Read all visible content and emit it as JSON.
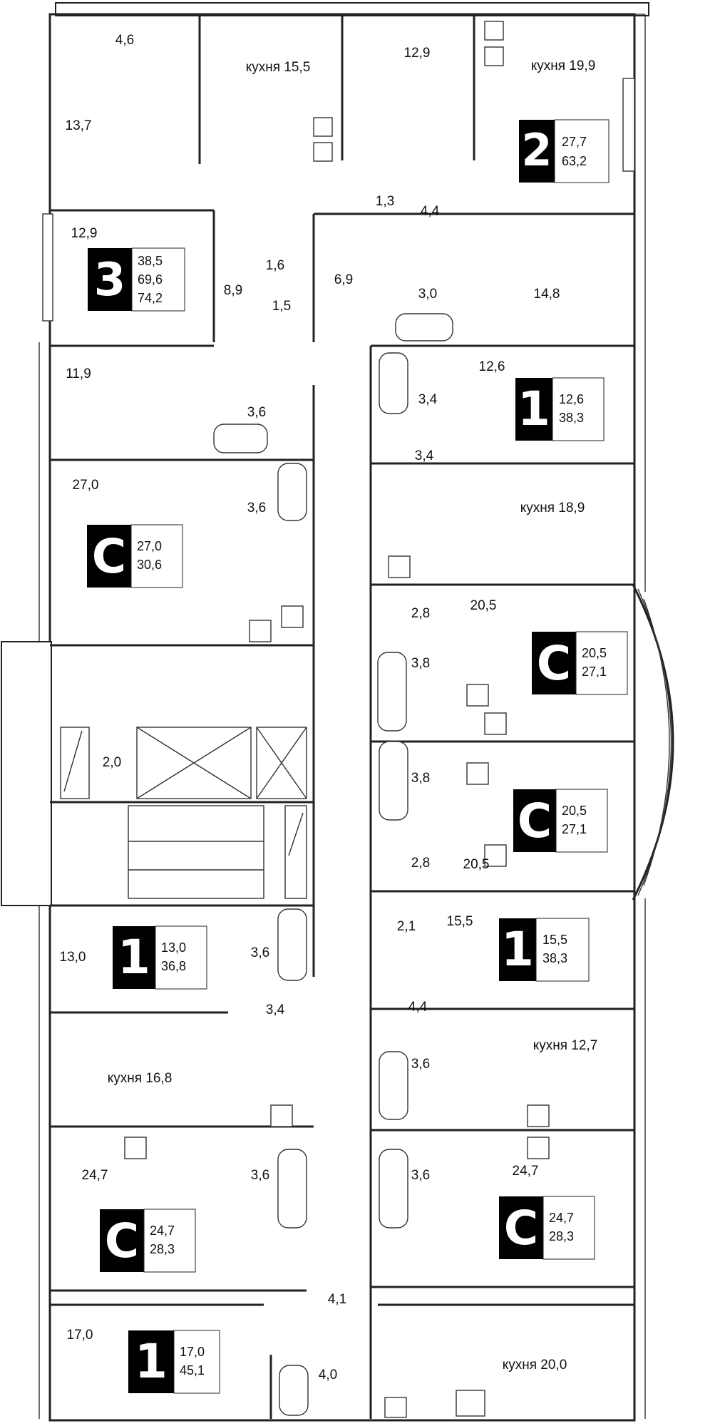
{
  "plan": {
    "rooms": [
      {
        "id": "r1",
        "label": "4,6"
      },
      {
        "id": "r2",
        "label": "кухня 15,5"
      },
      {
        "id": "r3",
        "label": "12,9"
      },
      {
        "id": "r4",
        "label": "кухня 19,9"
      },
      {
        "id": "r5",
        "label": "13,7"
      },
      {
        "id": "r6",
        "label": "1,3"
      },
      {
        "id": "r7",
        "label": "4,4"
      },
      {
        "id": "r8",
        "label": "12,9"
      },
      {
        "id": "r9",
        "label": "1,6"
      },
      {
        "id": "r10",
        "label": "8,9"
      },
      {
        "id": "r11",
        "label": "6,9"
      },
      {
        "id": "r12",
        "label": "3,0"
      },
      {
        "id": "r13",
        "label": "14,8"
      },
      {
        "id": "r14",
        "label": "1,5"
      },
      {
        "id": "r15",
        "label": "11,9"
      },
      {
        "id": "r16",
        "label": "12,6"
      },
      {
        "id": "r17",
        "label": "3,4"
      },
      {
        "id": "r18",
        "label": "3,6"
      },
      {
        "id": "r19",
        "label": "3,4"
      },
      {
        "id": "r20",
        "label": "27,0"
      },
      {
        "id": "r21",
        "label": "кухня 18,9"
      },
      {
        "id": "r22",
        "label": "3,6"
      },
      {
        "id": "r23",
        "label": "2,8"
      },
      {
        "id": "r24",
        "label": "20,5"
      },
      {
        "id": "r25",
        "label": "3,8"
      },
      {
        "id": "r26",
        "label": "2,0"
      },
      {
        "id": "r27",
        "label": "3,8"
      },
      {
        "id": "r28",
        "label": "2,8"
      },
      {
        "id": "r29",
        "label": "20,5"
      },
      {
        "id": "r30",
        "label": "2,1"
      },
      {
        "id": "r31",
        "label": "15,5"
      },
      {
        "id": "r32",
        "label": "13,0"
      },
      {
        "id": "r33",
        "label": "3,6"
      },
      {
        "id": "r34",
        "label": "3,4"
      },
      {
        "id": "r35",
        "label": "4,4"
      },
      {
        "id": "r36",
        "label": "кухня 12,7"
      },
      {
        "id": "r37",
        "label": "кухня 16,8"
      },
      {
        "id": "r38",
        "label": "3,6"
      },
      {
        "id": "r39",
        "label": "24,7"
      },
      {
        "id": "r40",
        "label": "3,6"
      },
      {
        "id": "r41",
        "label": "3,6"
      },
      {
        "id": "r42",
        "label": "24,7"
      },
      {
        "id": "r43",
        "label": "4,1"
      },
      {
        "id": "r44",
        "label": "17,0"
      },
      {
        "id": "r45",
        "label": "4,0"
      },
      {
        "id": "r46",
        "label": "кухня 20,0"
      }
    ],
    "apartments": [
      {
        "id": "a1",
        "type": "2",
        "areas": [
          "27,7",
          "63,2"
        ]
      },
      {
        "id": "a2",
        "type": "3",
        "areas": [
          "38,5",
          "69,6",
          "74,2"
        ]
      },
      {
        "id": "a3",
        "type": "1",
        "areas": [
          "12,6",
          "38,3"
        ]
      },
      {
        "id": "a4",
        "type": "C",
        "areas": [
          "27,0",
          "30,6"
        ]
      },
      {
        "id": "a5",
        "type": "C",
        "areas": [
          "20,5",
          "27,1"
        ]
      },
      {
        "id": "a6",
        "type": "C",
        "areas": [
          "20,5",
          "27,1"
        ]
      },
      {
        "id": "a7",
        "type": "1",
        "areas": [
          "13,0",
          "36,8"
        ]
      },
      {
        "id": "a8",
        "type": "1",
        "areas": [
          "15,5",
          "38,3"
        ]
      },
      {
        "id": "a9",
        "type": "C",
        "areas": [
          "24,7",
          "28,3"
        ]
      },
      {
        "id": "a10",
        "type": "C",
        "areas": [
          "24,7",
          "28,3"
        ]
      },
      {
        "id": "a11",
        "type": "1",
        "areas": [
          "17,0",
          "45,1"
        ]
      }
    ]
  }
}
